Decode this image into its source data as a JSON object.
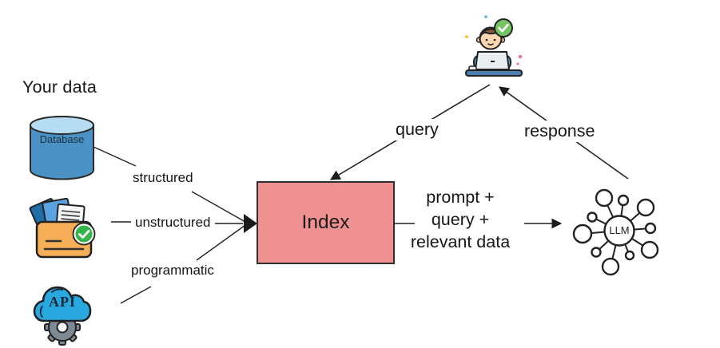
{
  "title": "RAG data indexing and query flow diagram",
  "labels": {
    "your_data": "Your data",
    "database": "Database",
    "structured": "structured",
    "unstructured": "unstructured",
    "programmatic": "programmatic",
    "index": "Index",
    "query": "query",
    "response": "response",
    "prompt_block": "prompt +\nquery +\nrelevant data",
    "api": "API",
    "llm": "LLM"
  },
  "icons": {
    "database": "database-cylinder-icon",
    "documents": "documents-folder-icon",
    "api": "api-cloud-gear-icon",
    "user": "person-at-laptop-icon",
    "llm": "llm-network-icon"
  },
  "colors": {
    "line": "#222222",
    "index_fill": "#ee9190",
    "index_border": "#2f2f2f",
    "database_body": "#4a92c5",
    "database_top": "#b5dcf2",
    "api_cloud": "#29a8e0",
    "gear_gray": "#7d8a94",
    "folder_orange": "#f6ae57",
    "paper_dark_blue": "#1e6fa8",
    "paper_light_blue": "#5ba3e0",
    "check_green": "#33b54a",
    "badge_green": "#74c464",
    "shirt_blue": "#4fb3d9",
    "desk_blue": "#4b7fb0",
    "hair_brown": "#8a5a3b",
    "skin": "#fdd7b0",
    "laptop_gray": "#e9eef3"
  }
}
